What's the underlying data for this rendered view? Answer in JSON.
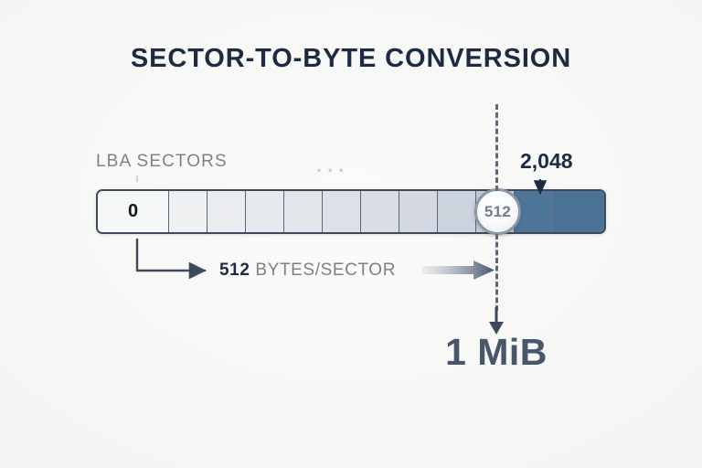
{
  "title": "SECTOR-TO-BYTE CONVERSION",
  "labels": {
    "lba_sectors": "LBA SECTORS",
    "ellipsis": "...",
    "sector_zero": "0",
    "badge_value": "512",
    "callout_2048": "2,048",
    "bytes_per_sector_number": "512",
    "bytes_per_sector_unit": "BYTES/SECTOR",
    "result": "1 MiB"
  },
  "colors": {
    "background": "#f4f4f3",
    "title": "#1c2a42",
    "muted_text": "#7c828a",
    "bar_border": "#3e4a5c",
    "highlight_blue": "#4d7699",
    "result_text": "#46566b",
    "dash_line": "#5d6878"
  },
  "chart_data": {
    "type": "bar",
    "title": "SECTOR-TO-BYTE CONVERSION",
    "xlabel": "LBA SECTORS",
    "ylabel": "",
    "annotations": [
      "0",
      "...",
      "512",
      "2,048",
      "512 BYTES/SECTOR",
      "1 MiB"
    ],
    "cells": [
      {
        "index": 0,
        "label": "0",
        "width": 78,
        "fill": "#f6f7f7",
        "kind": "sector"
      },
      {
        "index": 1,
        "label": "",
        "width": 42,
        "fill": "#eef0f2",
        "kind": "sector"
      },
      {
        "index": 2,
        "label": "",
        "width": 42,
        "fill": "#eaecef",
        "kind": "sector"
      },
      {
        "index": 3,
        "label": "",
        "width": 42,
        "fill": "#e6e9ed",
        "kind": "sector"
      },
      {
        "index": 4,
        "label": "",
        "width": 42,
        "fill": "#e2e5ea",
        "kind": "sector"
      },
      {
        "index": 5,
        "label": "",
        "width": 42,
        "fill": "#dde1e7",
        "kind": "sector"
      },
      {
        "index": 6,
        "label": "",
        "width": 42,
        "fill": "#d9dde4",
        "kind": "sector"
      },
      {
        "index": 7,
        "label": "",
        "width": 42,
        "fill": "#d4d9e1",
        "kind": "sector"
      },
      {
        "index": 8,
        "label": "",
        "width": 42,
        "fill": "#ced4dd",
        "kind": "sector"
      },
      {
        "index": 9,
        "label": "",
        "width": 42,
        "fill": "#c7cdd8",
        "kind": "sector"
      },
      {
        "index": 10,
        "label": "",
        "width": 44,
        "fill": "#4d7699",
        "kind": "highlight"
      },
      {
        "index": 11,
        "label": "",
        "width": 54,
        "fill": "#4a7396",
        "kind": "highlight"
      }
    ],
    "conversion": {
      "sectors": 2048,
      "bytes_per_sector": 512,
      "total_bytes": 1048576,
      "result_label": "1 MiB"
    }
  }
}
